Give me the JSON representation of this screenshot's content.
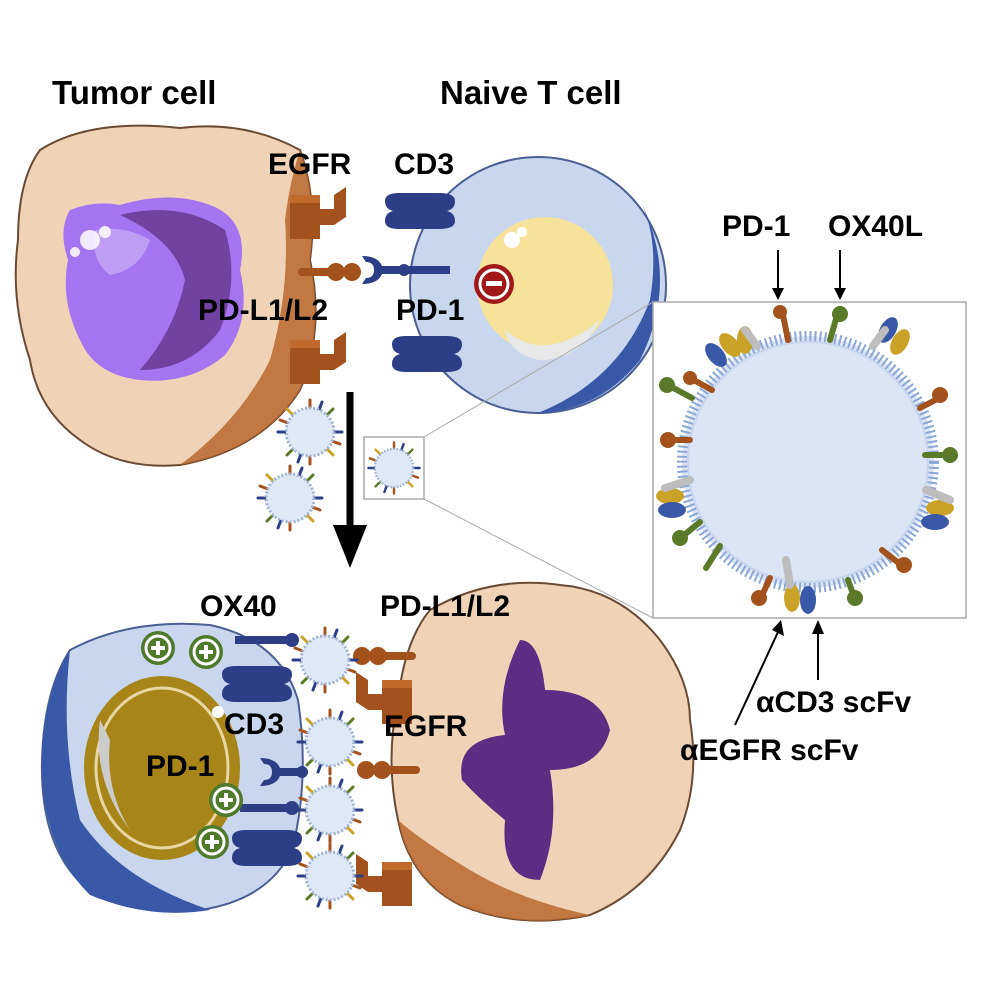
{
  "labels": {
    "tumor_cell": "Tumor cell",
    "naive_t_cell": "Naive T cell",
    "egfr_top": "EGFR",
    "cd3_top": "CD3",
    "pdl1_l2_top": "PD-L1/L2",
    "pd1_top": "PD-1",
    "pd1_inset": "PD-1",
    "ox40l_inset": "OX40L",
    "ox40": "OX40",
    "pdl1_l2_bottom": "PD-L1/L2",
    "cd3_bottom": "CD3",
    "egfr_bottom": "EGFR",
    "pd1_bottom": "PD-1",
    "acd3_scfv": "αCD3 scFv",
    "aegfr_scfv": "αEGFR scFv"
  },
  "signals": {
    "inhibitory_symbol": "−",
    "activating_symbol": "+"
  },
  "icons": [
    "tumor-cell-icon",
    "t-cell-icon",
    "nanovesicle-icon",
    "receptor-icon",
    "inhibition-icon",
    "activation-icon",
    "arrow-icon",
    "magnifier-inset"
  ],
  "colors": {
    "egfr": "#a4521d",
    "cd3": "#2c3f86",
    "pd1": "#2c3f86",
    "ox40l": "#5a7a2a",
    "inhibitory": "#a01818",
    "activating": "#4d7a2b",
    "tumor_body": "#f0d3b6",
    "tumor_nucleus_top": "#9b66e8",
    "tumor_nucleus_bottom": "#5c2d82",
    "tcell_body": "#c8d6ee",
    "tcell_nucleus_naive": "#f6e29a",
    "tcell_nucleus_active": "#a88518"
  }
}
